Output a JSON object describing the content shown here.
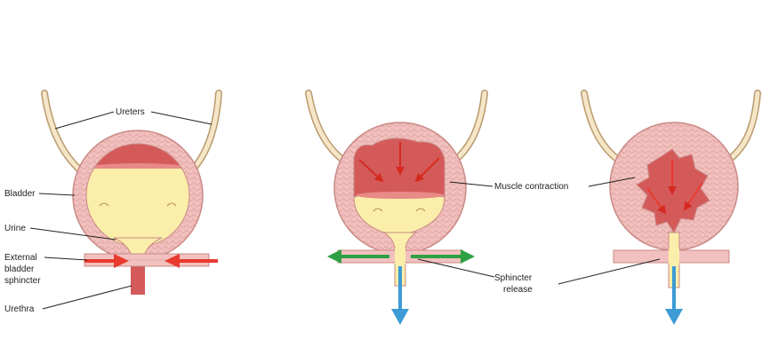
{
  "colors": {
    "tissue": "#f2c1bf",
    "tissue_stroke": "#c98a86",
    "wall_texture": "#d99a96",
    "muscle": "#d45a5a",
    "muscle_light": "#e88a86",
    "urine": "#fbeeaa",
    "ureter": "#f6e6c8",
    "ureter_stroke": "#b99a6e",
    "arrow_red": "#e83a2e",
    "arrow_green": "#2ea043",
    "arrow_blue": "#3d9bd6"
  },
  "labels": {
    "ureters": "Ureters",
    "bladder": "Bladder",
    "urine": "Urine",
    "external_sphincter": [
      "External",
      "bladder",
      "sphincter"
    ],
    "urethra": "Urethra",
    "muscle_contraction": "Muscle contraction",
    "sphincter_release": [
      "Sphincter",
      "release"
    ]
  },
  "icons": {
    "inward_arrow": "red-arrow-icon",
    "outward_arrow": "green-arrow-icon",
    "flow_arrow": "blue-arrow-icon"
  }
}
